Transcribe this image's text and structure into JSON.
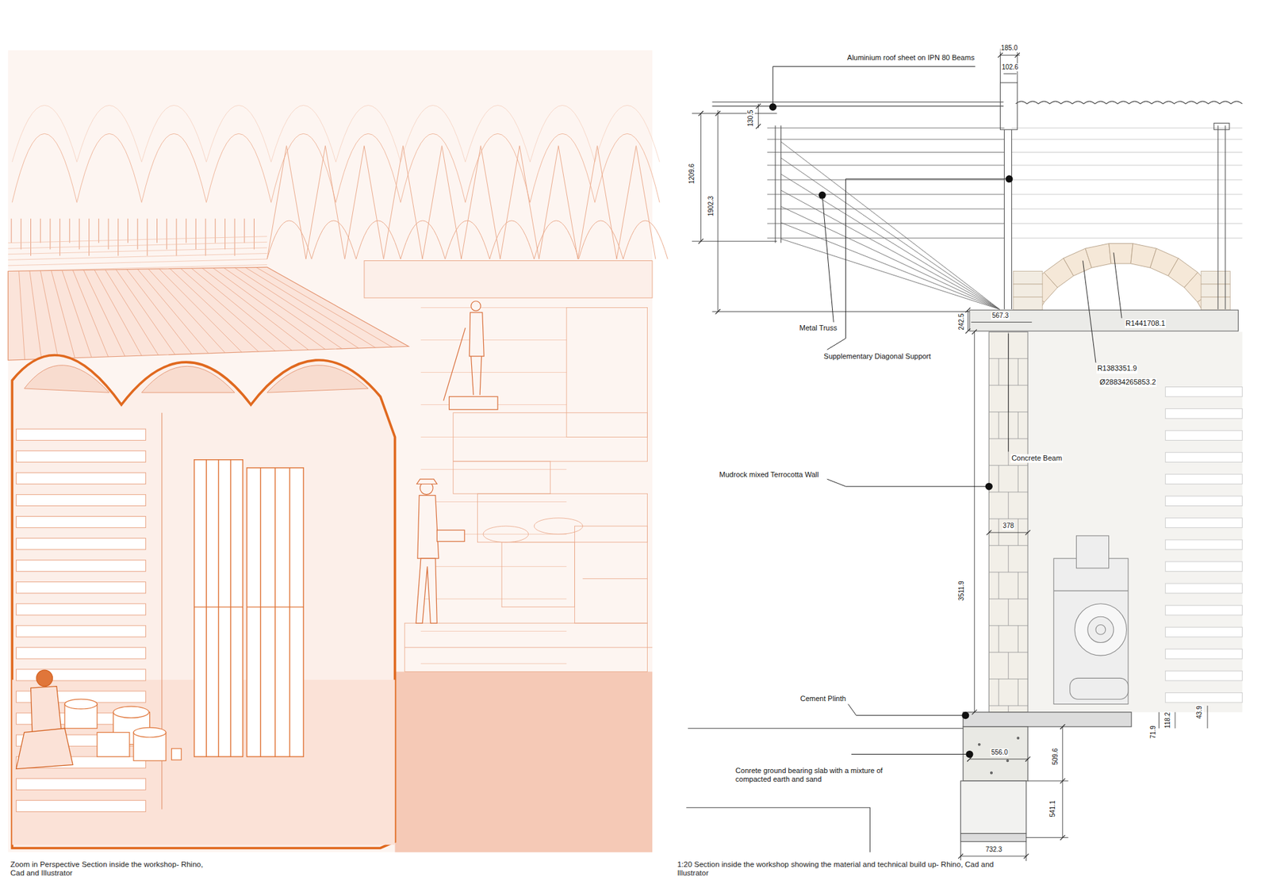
{
  "diagram": {
    "labels": [
      "Aluminium roof sheet on IPN 80 Beams",
      "185.0",
      "102.6",
      "130.5",
      "1209.6",
      "1902.3",
      "567.3",
      "242.5",
      "R1441708.1",
      "Metal Truss",
      "Supplementary Diagonal Support",
      "R1383351.9",
      "Ø28834265853.2",
      "Concrete Beam",
      "Mudrock mixed Terrocotta Wall",
      "378",
      "3511.9",
      "Cement Plinth",
      "71.9",
      "118.2",
      "43.9",
      "556.0",
      "509.6",
      "Conrete ground bearing slab with a mixture of compacted earth and sand",
      "541.1",
      "732.3",
      "Zoom in Perspective Section inside the workshop- Rhino, Cad and Illustrator",
      "1:20 Section inside the workshop showing the material and technical build up- Rhino, Cad and Illustrator"
    ]
  }
}
